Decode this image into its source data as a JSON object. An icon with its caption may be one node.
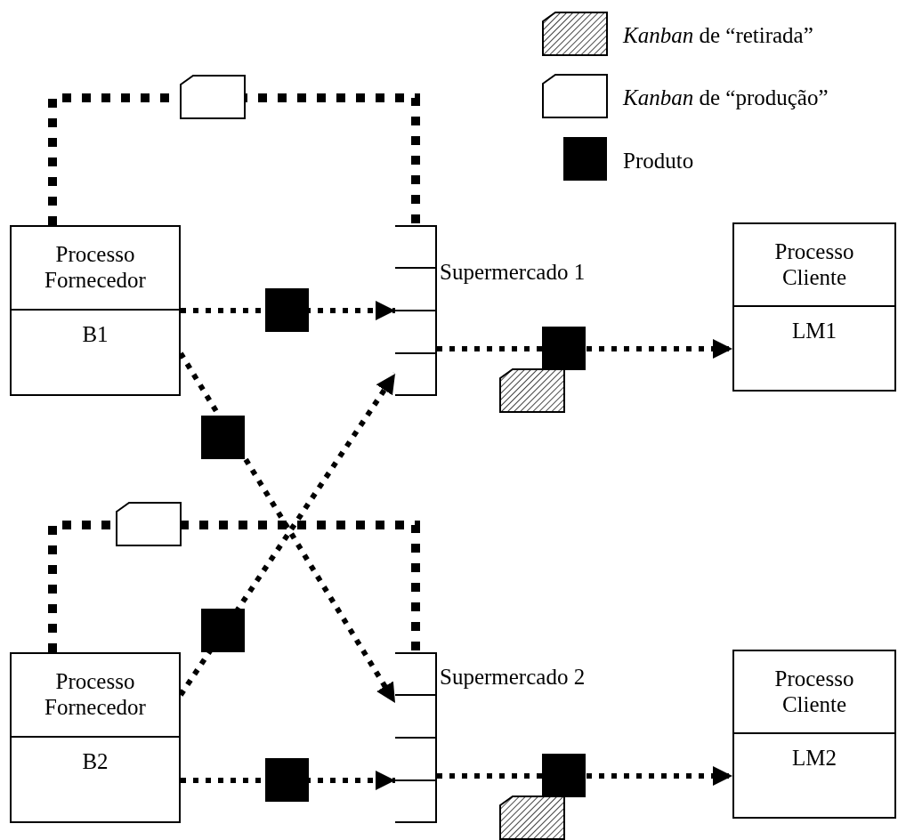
{
  "diagram": {
    "nodes": [
      {
        "text": [
          "Processo Fornecedor",
          "B1"
        ]
      },
      {
        "text": [
          "Supermercado 1"
        ]
      },
      {
        "text": [
          "Processo Cliente",
          "LM1"
        ]
      },
      {
        "text": [
          "Processo Fornecedor",
          "B2"
        ]
      },
      {
        "text": [
          "Supermercado 2"
        ]
      },
      {
        "text": [
          "Processo Cliente",
          "LM2"
        ]
      }
    ],
    "edges": [
      {
        "from": 0,
        "to": 1,
        "arrow": "none",
        "style": "dashed"
      },
      {
        "from": 0,
        "to": 1,
        "arrow": "to"
      },
      {
        "from": 1,
        "to": 2,
        "arrow": "to"
      },
      {
        "from": 0,
        "to": 4,
        "arrow": "to"
      },
      {
        "from": 3,
        "to": 1,
        "arrow": "to"
      },
      {
        "from": 3,
        "to": 4,
        "arrow": "none",
        "style": "dashed"
      },
      {
        "from": 3,
        "to": 4,
        "arrow": "to"
      },
      {
        "from": 4,
        "to": 5,
        "arrow": "to"
      }
    ],
    "legend": [
      {
        "text": "*Kanban* de “retirada”"
      },
      {
        "text": "*Kanban* de “produção”"
      },
      {
        "text": "Produto",
        "color": "#000000"
      }
    ]
  }
}
